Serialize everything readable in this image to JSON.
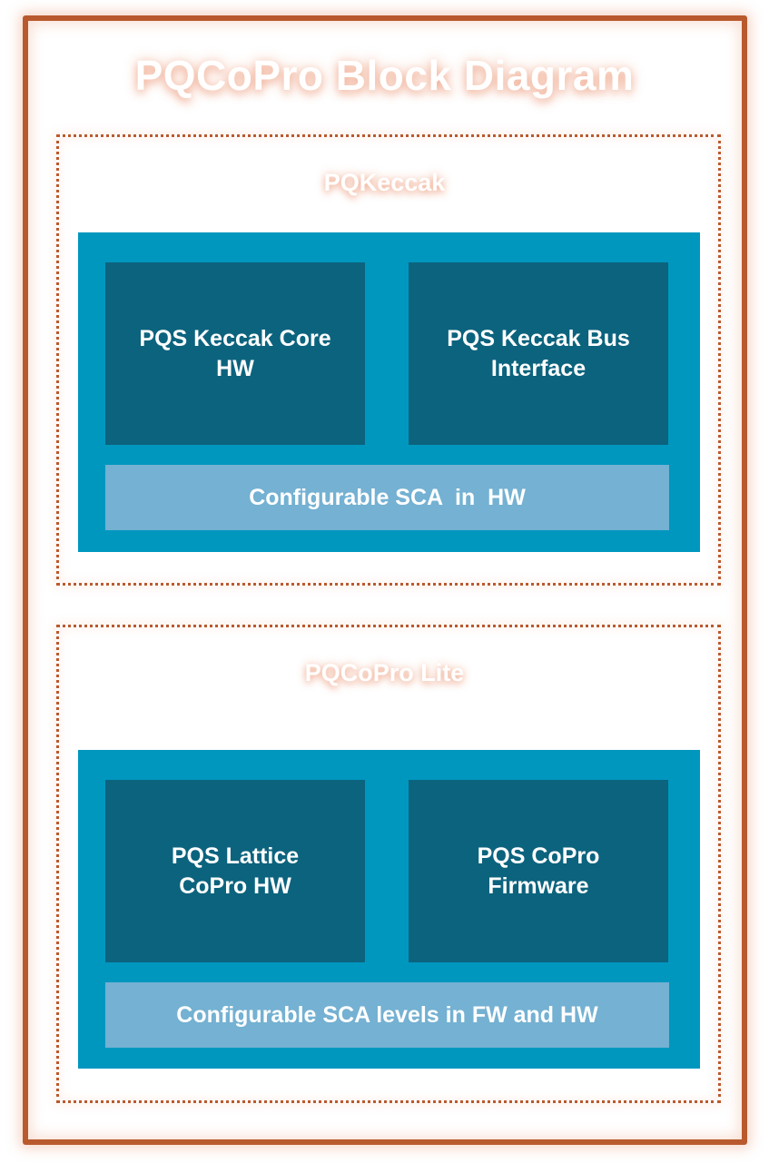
{
  "diagram": {
    "title": "PQCoPro Block Diagram",
    "colors": {
      "frame": "#b95a2e",
      "dotted_border": "#b95a2e",
      "container": "#0097bf",
      "block": "#0c637e",
      "bar": "#74b1d2",
      "text": "#ffffff"
    },
    "sections": [
      {
        "label": "PQKeccak",
        "blocks": [
          {
            "label": "PQS Keccak Core\nHW"
          },
          {
            "label": "PQS Keccak Bus\nInterface"
          }
        ],
        "bar": {
          "label": "Configurable SCA  in  HW"
        }
      },
      {
        "label": "PQCoPro Lite",
        "blocks": [
          {
            "label": "PQS Lattice\nCoPro HW"
          },
          {
            "label": "PQS  CoPro\nFirmware"
          }
        ],
        "bar": {
          "label": "Configurable SCA levels in FW and HW"
        }
      }
    ]
  }
}
